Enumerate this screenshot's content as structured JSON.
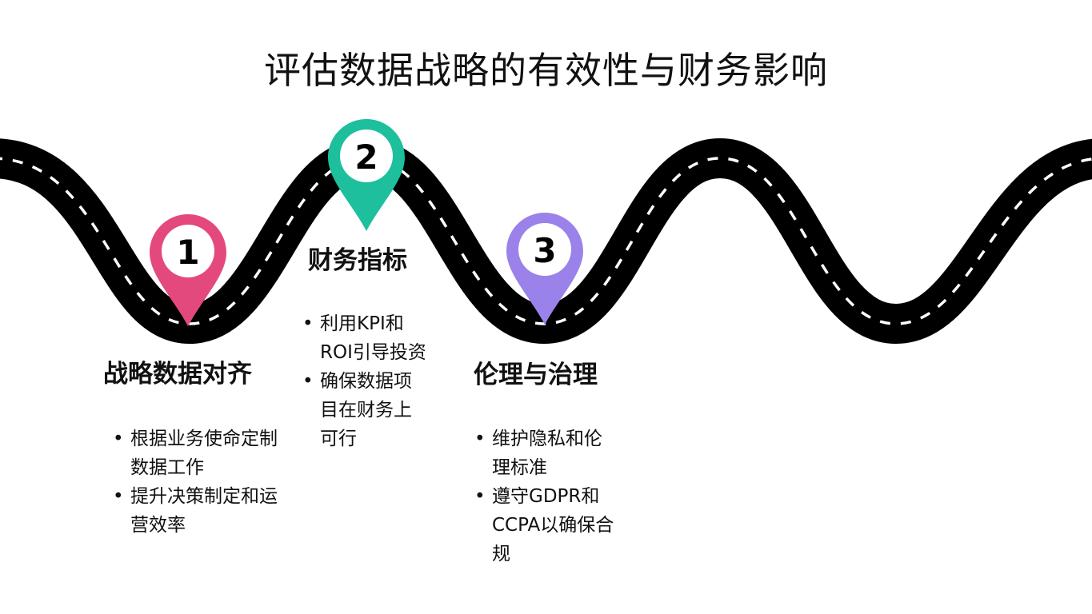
{
  "title": "评估数据战略的有效性与财务影响",
  "colors": {
    "road": "#000000",
    "lane": "#ffffff",
    "marker_1": "#e4497e",
    "marker_2": "#1dbf9d",
    "marker_3": "#9a82ea"
  },
  "steps": [
    {
      "number": "1",
      "title": "战略数据对齐",
      "bullets": [
        "根据业务使命定制数据工作",
        "提升决策制定和运营效率"
      ]
    },
    {
      "number": "2",
      "title": "财务指标",
      "bullets": [
        "利用KPI和ROI引导投资",
        "确保数据项目在财务上可行"
      ]
    },
    {
      "number": "3",
      "title": "伦理与治理",
      "bullets": [
        "维护隐私和伦理标准",
        "遵守GDPR和CCPA以确保合规"
      ]
    }
  ]
}
